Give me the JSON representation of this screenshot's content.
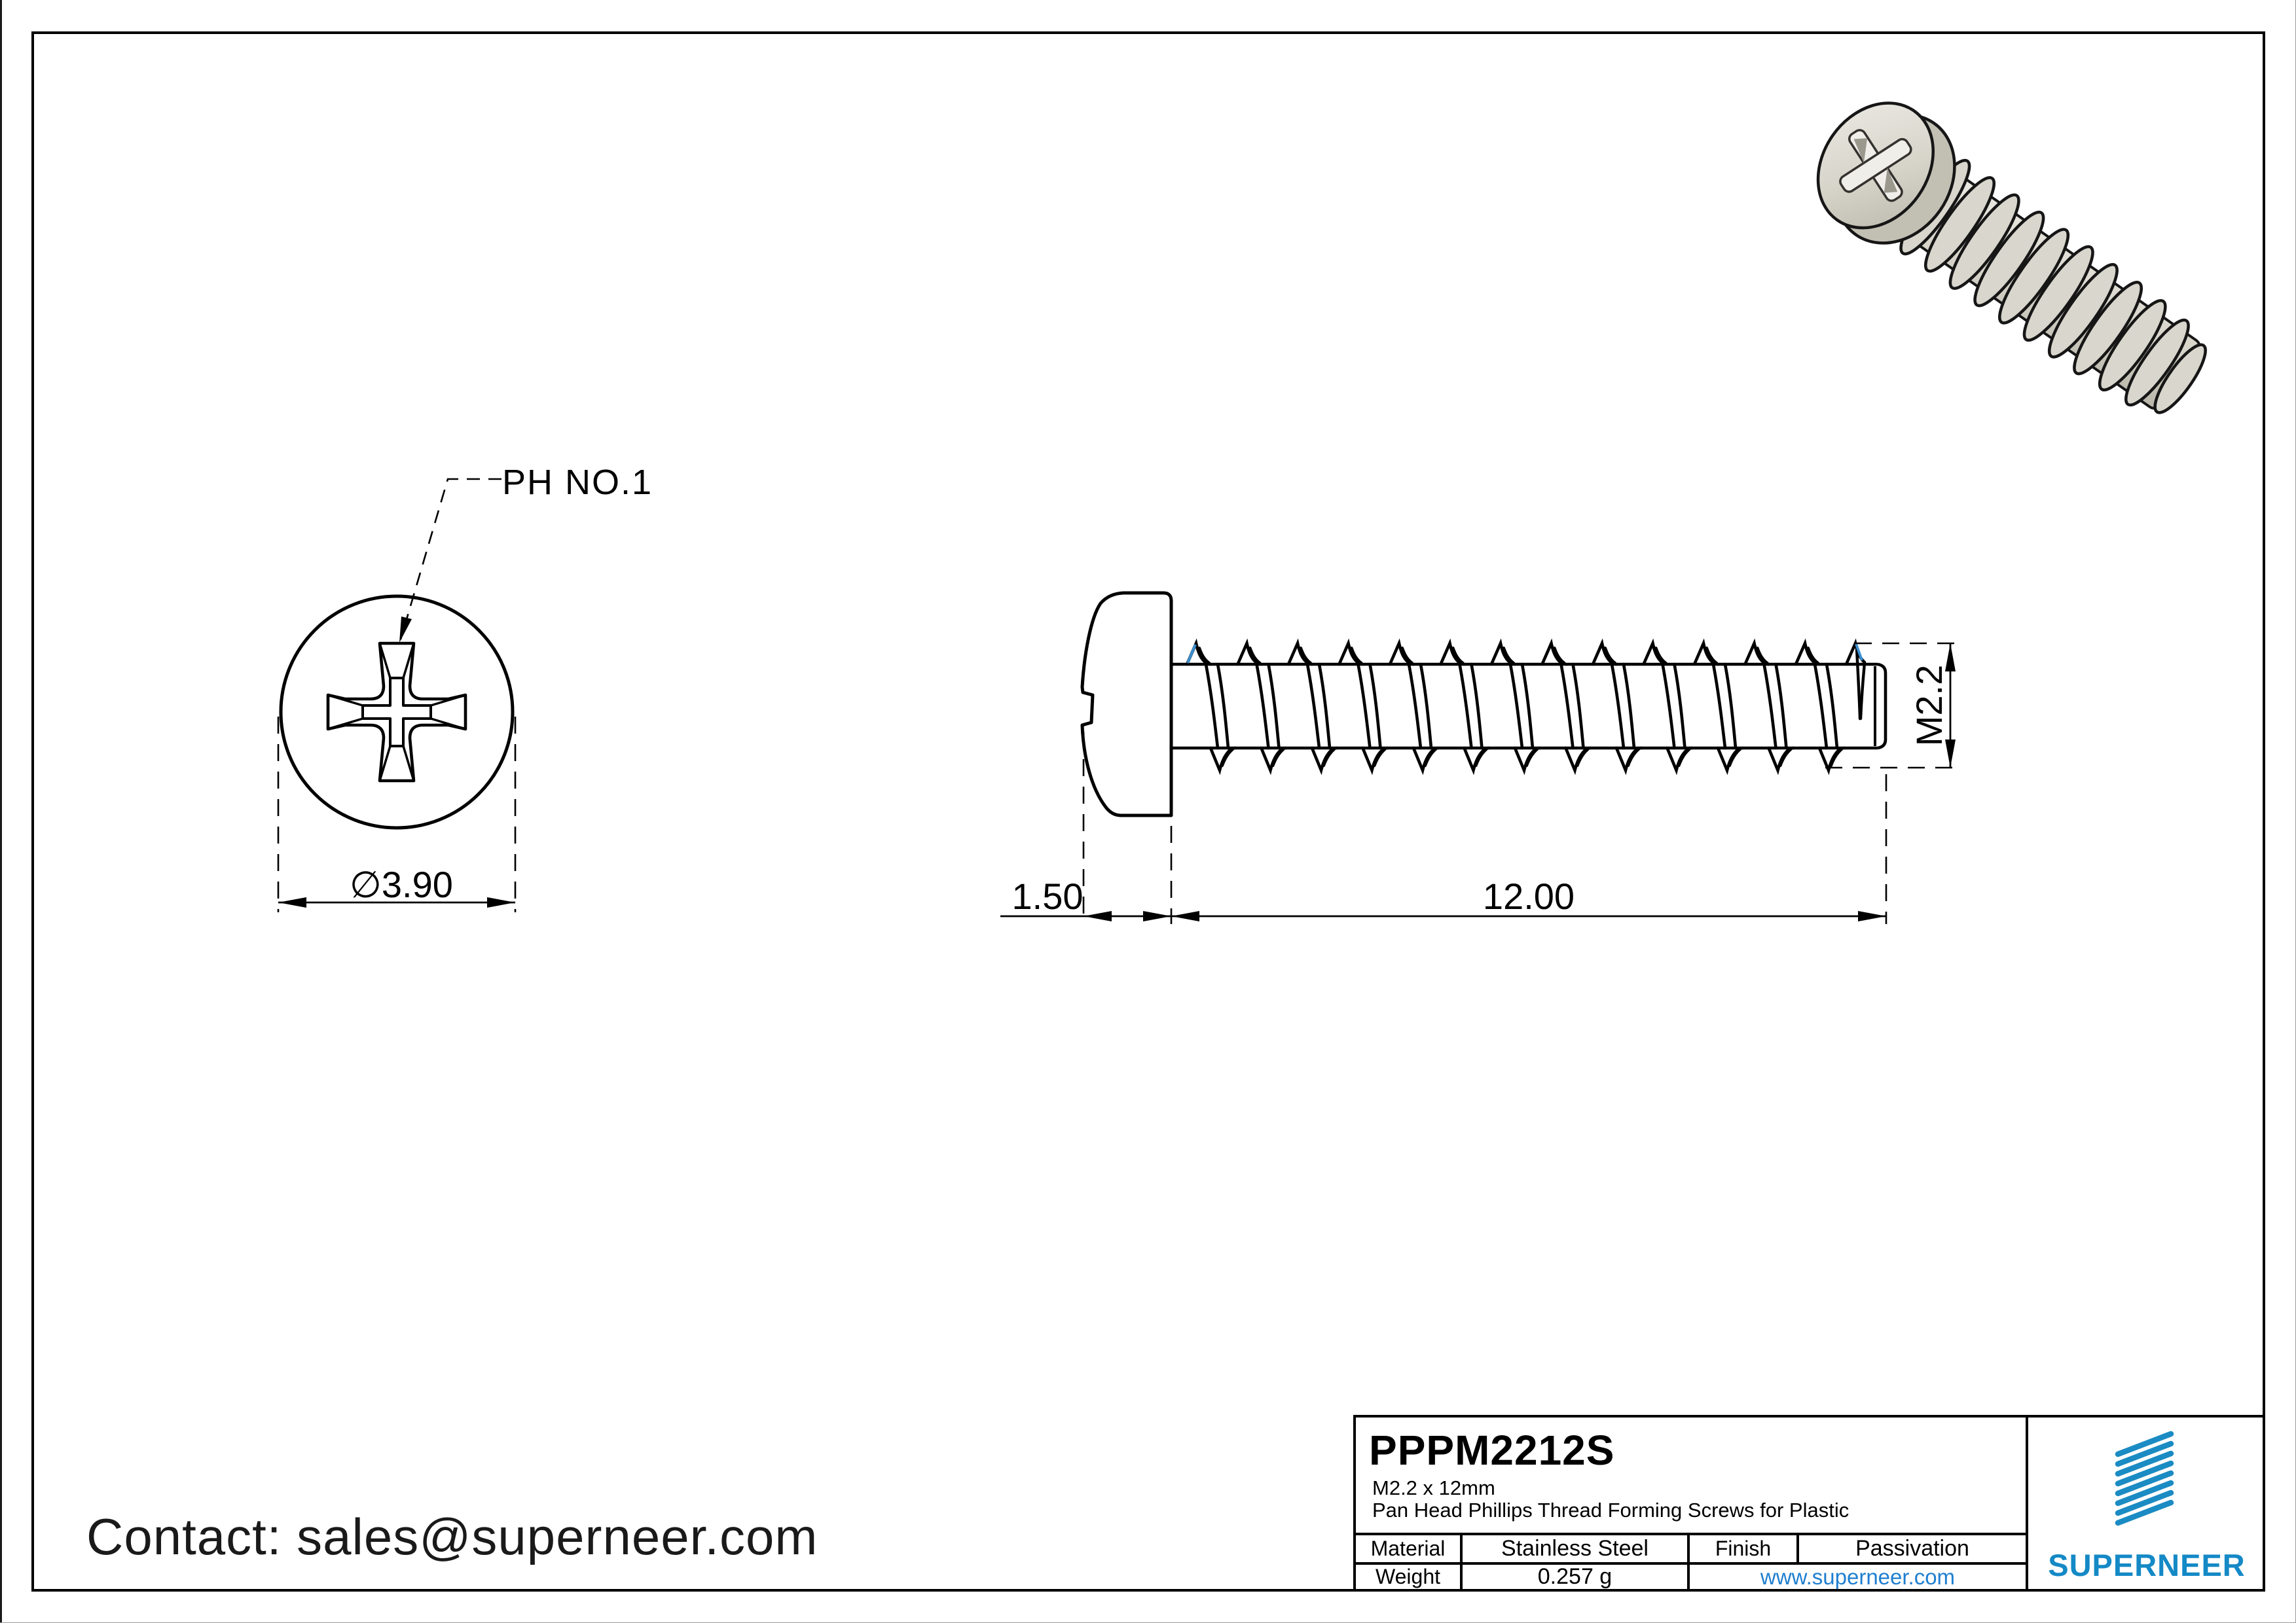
{
  "drawing": {
    "front_view": {
      "leader_label": "PH NO.1",
      "diameter": "∅3.90"
    },
    "side_view": {
      "head_height": "1.50",
      "length": "12.00",
      "thread": "M2.2"
    }
  },
  "contact": {
    "line": "Contact: sales@superneer.com"
  },
  "title_block": {
    "part_number": "PPPM2212S",
    "size": "M2.2 x 12mm",
    "description": "Pan Head Phillips Thread Forming Screws for Plastic",
    "material_label": "Material",
    "material_value": "Stainless Steel",
    "finish_label": "Finish",
    "finish_value": "Passivation",
    "weight_label": "Weight",
    "weight_value": "0.257 g",
    "website": "www.superneer.com",
    "brand": "SUPERNEER"
  },
  "colors": {
    "accent_blue": "#1489c6",
    "stripe_blue": "#1b8bc3",
    "link_blue": "#1e7fd0",
    "flank_blue": "#3b8fd0",
    "line_black": "#000000",
    "metal_light": "#dcdad1",
    "metal_dark": "#c2bfb3"
  }
}
